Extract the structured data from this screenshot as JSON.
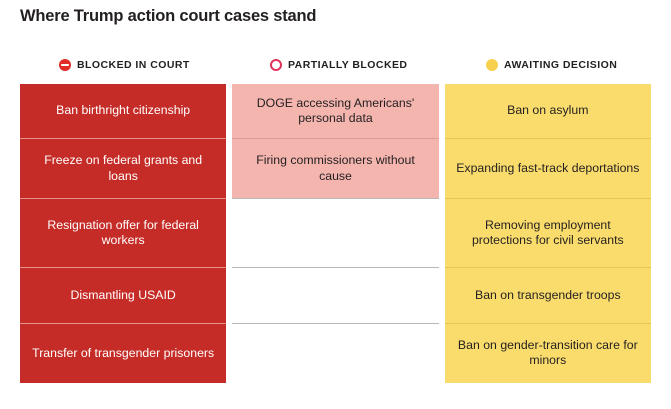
{
  "title": "Where Trump action court cases stand",
  "colors": {
    "blocked_fill": "#c62c27",
    "blocked_text": "#ffffff",
    "blocked_icon": "#e02b28",
    "partial_fill": "#f3b5ae",
    "partial_text": "#231f20",
    "partial_icon": "#e0345c",
    "awaiting_fill": "#f9dc6c",
    "awaiting_text": "#231f20",
    "awaiting_icon": "#f7d14e",
    "empty_fill": "#ffffff",
    "title_text": "#231f20"
  },
  "legend": [
    {
      "label": "BLOCKED IN COURT",
      "icon": "no-entry-circle-icon",
      "color": "#e02b28"
    },
    {
      "label": "PARTIALLY BLOCKED",
      "icon": "open-circle-icon",
      "color": "#e0345c"
    },
    {
      "label": "AWAITING DECISION",
      "icon": "filled-circle-icon",
      "color": "#f7d14e"
    }
  ],
  "chart_data": {
    "type": "table",
    "title": "Where Trump action court cases stand",
    "xlabel": "",
    "ylabel": "",
    "legend_position": "top",
    "grid": false,
    "categories": [
      "BLOCKED IN COURT",
      "PARTIALLY BLOCKED",
      "AWAITING DECISION"
    ],
    "columns": [
      {
        "status": "BLOCKED IN COURT",
        "color": "#c62c27",
        "count": 5,
        "items": [
          "Ban birthright citizenship",
          "Freeze on federal grants and loans",
          "Resignation offer for federal workers",
          "Dismantling USAID",
          "Transfer of transgender prisoners"
        ]
      },
      {
        "status": "PARTIALLY BLOCKED",
        "color": "#f3b5ae",
        "count": 2,
        "items": [
          "DOGE accessing Americans' personal data",
          "Firing commissioners without cause"
        ]
      },
      {
        "status": "AWAITING DECISION",
        "color": "#f9dc6c",
        "count": 5,
        "items": [
          "Ban on asylum",
          "Expanding fast-track deportations",
          "Removing employment protections for civil servants",
          "Ban on transgender troops",
          "Ban on gender-transition care for minors"
        ]
      }
    ]
  },
  "cells": {
    "blocked": [
      "Ban birthright citizenship",
      "Freeze on federal grants and loans",
      "Resignation offer for federal workers",
      "Dismantling USAID",
      "Transfer of transgender prisoners"
    ],
    "partial": [
      "DOGE accessing Americans' personal data",
      "Firing commissioners without cause",
      "",
      "",
      ""
    ],
    "awaiting": [
      "Ban on asylum",
      "Expanding fast-track deportations",
      "Removing employment protections for civil servants",
      "Ban on transgender troops",
      "Ban on gender-transition care for minors"
    ]
  }
}
